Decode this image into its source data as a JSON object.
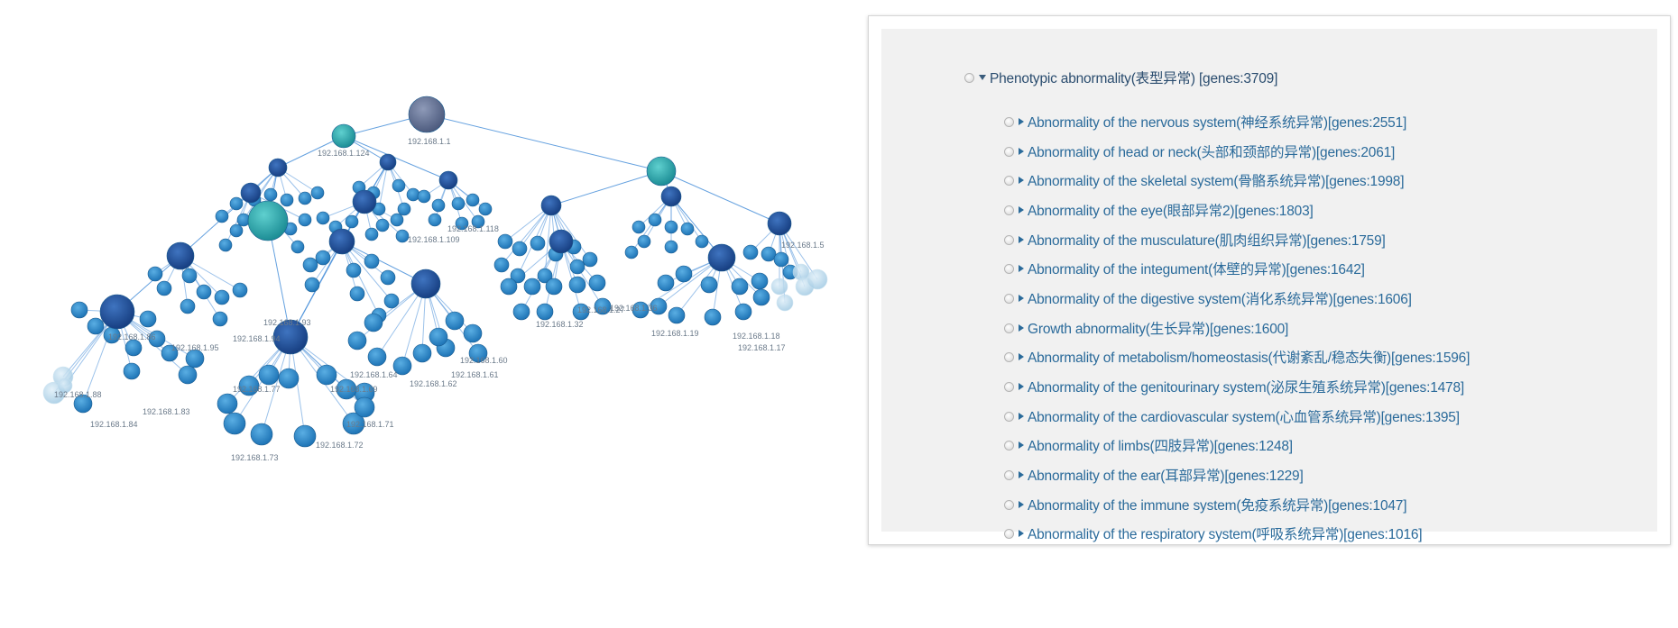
{
  "network": {
    "labels": {
      "root": "192.168.1.1",
      "a": "192.168.1.124",
      "b": "192.168.1.86",
      "c": "192.168.1.69",
      "d": "192.168.1.77",
      "e": "192.168.1.73",
      "f": "192.168.1.72",
      "g": "192.168.1.71",
      "h": "192.168.1.61",
      "i": "192.168.1.62",
      "j": "192.168.1.60",
      "k": "192.168.1.64",
      "l": "192.168.1.93",
      "m": "192.168.1.94",
      "n": "192.168.1.95",
      "o": "192.168.1.83",
      "p": "192.168.1.84",
      "q": "192.168.1.88",
      "r": "192.168.1.32",
      "s": "192.168.1.27",
      "t": "192.168.1.36",
      "u": "192.168.1.19",
      "v": "192.168.1.17",
      "w": "192.168.1.18",
      "x": "192.168.1.5",
      "y": "192.168.1.109",
      "z": "192.168.1.118"
    },
    "colors": {
      "edge": "#4a90d9",
      "root": "#5a6a8c",
      "hub_teal": "#2aa3a8",
      "hub_dark": "#1e4e96",
      "leaf": "#2b86c8",
      "leaf_light": "#a9cfe6"
    }
  },
  "tree": {
    "root": {
      "label": "Phenotypic abnormality(表型异常) [genes:3709]",
      "expanded": true
    },
    "children": [
      {
        "label": "Abnormality of the nervous system(神经系统异常)[genes:2551]"
      },
      {
        "label": "Abnormality of head or neck(头部和颈部的异常)[genes:2061]"
      },
      {
        "label": "Abnormality of the skeletal system(骨骼系统异常)[genes:1998]"
      },
      {
        "label": "Abnormality of the eye(眼部异常2)[genes:1803]"
      },
      {
        "label": "Abnormality of the musculature(肌肉组织异常)[genes:1759]"
      },
      {
        "label": "Abnormality of the integument(体壁的异常)[genes:1642]"
      },
      {
        "label": "Abnormality of the digestive system(消化系统异常)[genes:1606]"
      },
      {
        "label": "Growth abnormality(生长异常)[genes:1600]"
      },
      {
        "label": "Abnormality of metabolism/homeostasis(代谢紊乱/稳态失衡)[genes:1596]"
      },
      {
        "label": "Abnormality of the genitourinary system(泌尿生殖系统异常)[genes:1478]"
      },
      {
        "label": "Abnormality of the cardiovascular system(心血管系统异常)[genes:1395]"
      },
      {
        "label": "Abnormality of limbs(四肢异常)[genes:1248]"
      },
      {
        "label": "Abnormality of the ear(耳部异常)[genes:1229]"
      },
      {
        "label": "Abnormality of the immune system(免疫系统异常)[genes:1047]"
      },
      {
        "label": "Abnormality of the respiratory system(呼吸系统异常)[genes:1016]"
      }
    ]
  }
}
